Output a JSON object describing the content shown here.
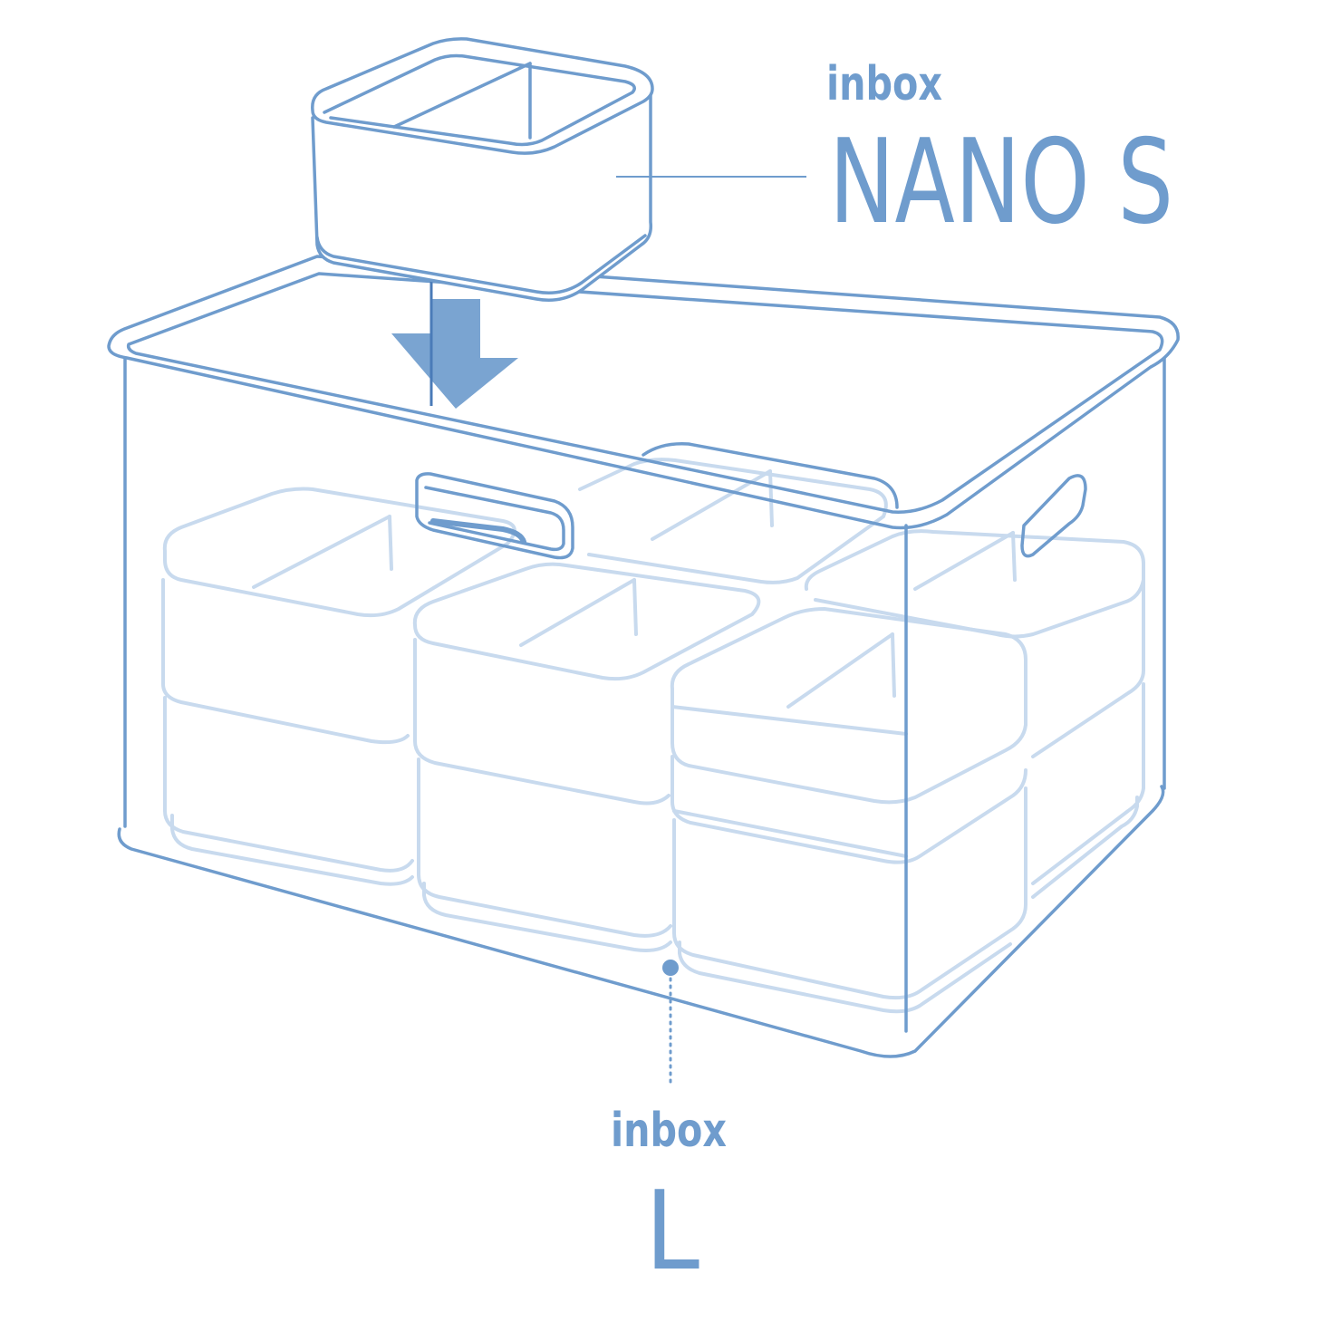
{
  "top_product": {
    "brand": "inbox",
    "model": "NANO S"
  },
  "bottom_product": {
    "brand": "inbox",
    "model": "L"
  },
  "colors": {
    "outline": "#6f9ccd",
    "faint_outline": "#c8daee",
    "arrow": "#6f9ccd",
    "label": "#6f9ccd",
    "background": "#ffffff"
  }
}
